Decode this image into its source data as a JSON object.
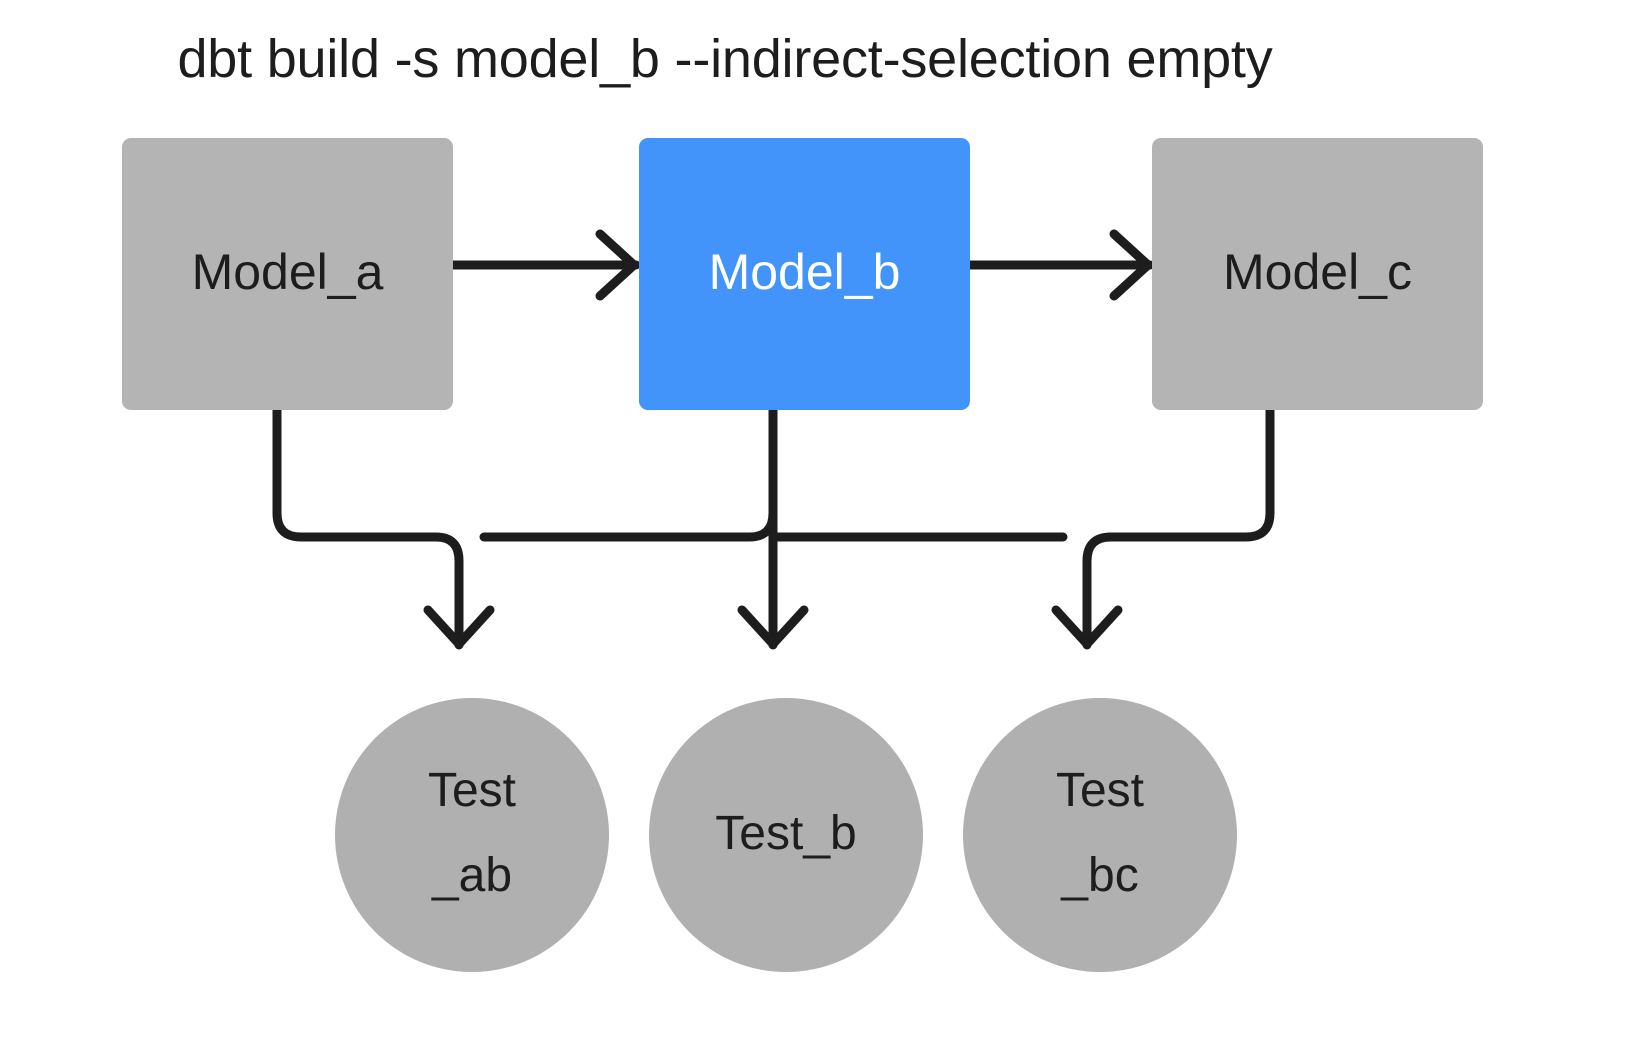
{
  "diagram": {
    "title": "dbt build -s model_b --indirect-selection empty",
    "background_color": "#ffffff",
    "edge_color": "#1d1d1d",
    "nodes": {
      "model_a": {
        "label": "Model_a",
        "shape": "rectangle",
        "fill": "#b4b4b4",
        "text_color": "#1d1d1d",
        "selected": false
      },
      "model_b": {
        "label": "Model_b",
        "shape": "rectangle",
        "fill": "#4294fa",
        "text_color": "#ffffff",
        "selected": true
      },
      "model_c": {
        "label": "Model_c",
        "shape": "rectangle",
        "fill": "#b4b4b4",
        "text_color": "#1d1d1d",
        "selected": false
      },
      "test_ab": {
        "label": "Test\n_ab",
        "shape": "circle",
        "fill": "#b0b0b0",
        "text_color": "#1d1d1d",
        "selected": false
      },
      "test_b": {
        "label": "Test_b",
        "shape": "circle",
        "fill": "#b0b0b0",
        "text_color": "#1d1d1d",
        "selected": false
      },
      "test_bc": {
        "label": "Test\n_bc",
        "shape": "circle",
        "fill": "#b0b0b0",
        "text_color": "#1d1d1d",
        "selected": false
      }
    },
    "edges": [
      {
        "from": "model_a",
        "to": "model_b",
        "style": "straight-arrow"
      },
      {
        "from": "model_b",
        "to": "model_c",
        "style": "straight-arrow"
      },
      {
        "from": "model_a",
        "to": "test_ab",
        "style": "elbow-arrow"
      },
      {
        "from": "model_b",
        "to": "test_ab",
        "style": "elbow-arrow"
      },
      {
        "from": "model_b",
        "to": "test_b",
        "style": "straight-arrow"
      },
      {
        "from": "model_b",
        "to": "test_bc",
        "style": "elbow-arrow"
      },
      {
        "from": "model_c",
        "to": "test_bc",
        "style": "elbow-arrow"
      }
    ]
  }
}
